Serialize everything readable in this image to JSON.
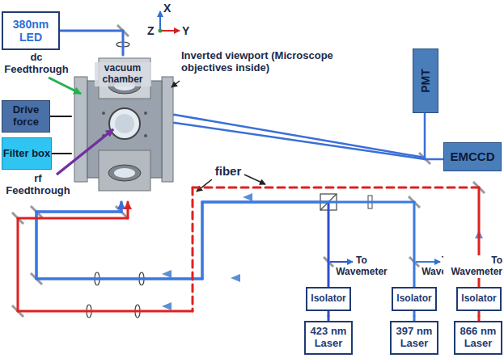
{
  "diagram": {
    "nodes": [
      {
        "text": [
          "380nm LED"
        ]
      },
      {
        "text": [
          "vacuum chamber"
        ]
      },
      {
        "text": [
          "Drive force"
        ]
      },
      {
        "text": [
          "Filter box"
        ]
      },
      {
        "text": [
          "PMT"
        ]
      },
      {
        "text": [
          "EMCCD"
        ]
      },
      {
        "text": [
          "Isolator"
        ]
      },
      {
        "text": [
          "Isolator"
        ]
      },
      {
        "text": [
          "Isolator"
        ]
      },
      {
        "text": [
          "423 nm Laser"
        ]
      },
      {
        "text": [
          "397 nm Laser"
        ]
      },
      {
        "text": [
          "866 nm Laser"
        ]
      }
    ],
    "edges": [
      {
        "from": 0,
        "to": 1,
        "arrow": "none"
      },
      {
        "from": 2,
        "to": 1,
        "arrow": "none"
      },
      {
        "from": 3,
        "to": 1,
        "arrow": "none"
      },
      {
        "from": 1,
        "to": 4,
        "arrow": "none"
      },
      {
        "from": 1,
        "to": 5,
        "arrow": "none"
      },
      {
        "from": 9,
        "to": 6,
        "arrow": "none"
      },
      {
        "from": 10,
        "to": 7,
        "arrow": "none"
      },
      {
        "from": 11,
        "to": 8,
        "arrow": "none"
      },
      {
        "from": 6,
        "to": 1,
        "arrow": "to"
      },
      {
        "from": 7,
        "to": 1,
        "arrow": "to"
      },
      {
        "from": 8,
        "to": 1,
        "arrow": "to"
      }
    ],
    "labels": [
      "X",
      "Y",
      "Z",
      "dc Feedthrough",
      "rf Feedthrough",
      "Inverted viewport (Microscope objectives inside)",
      "fiber",
      "To Wavemeter",
      "To Wavemeter",
      "To Wavemeter"
    ]
  }
}
